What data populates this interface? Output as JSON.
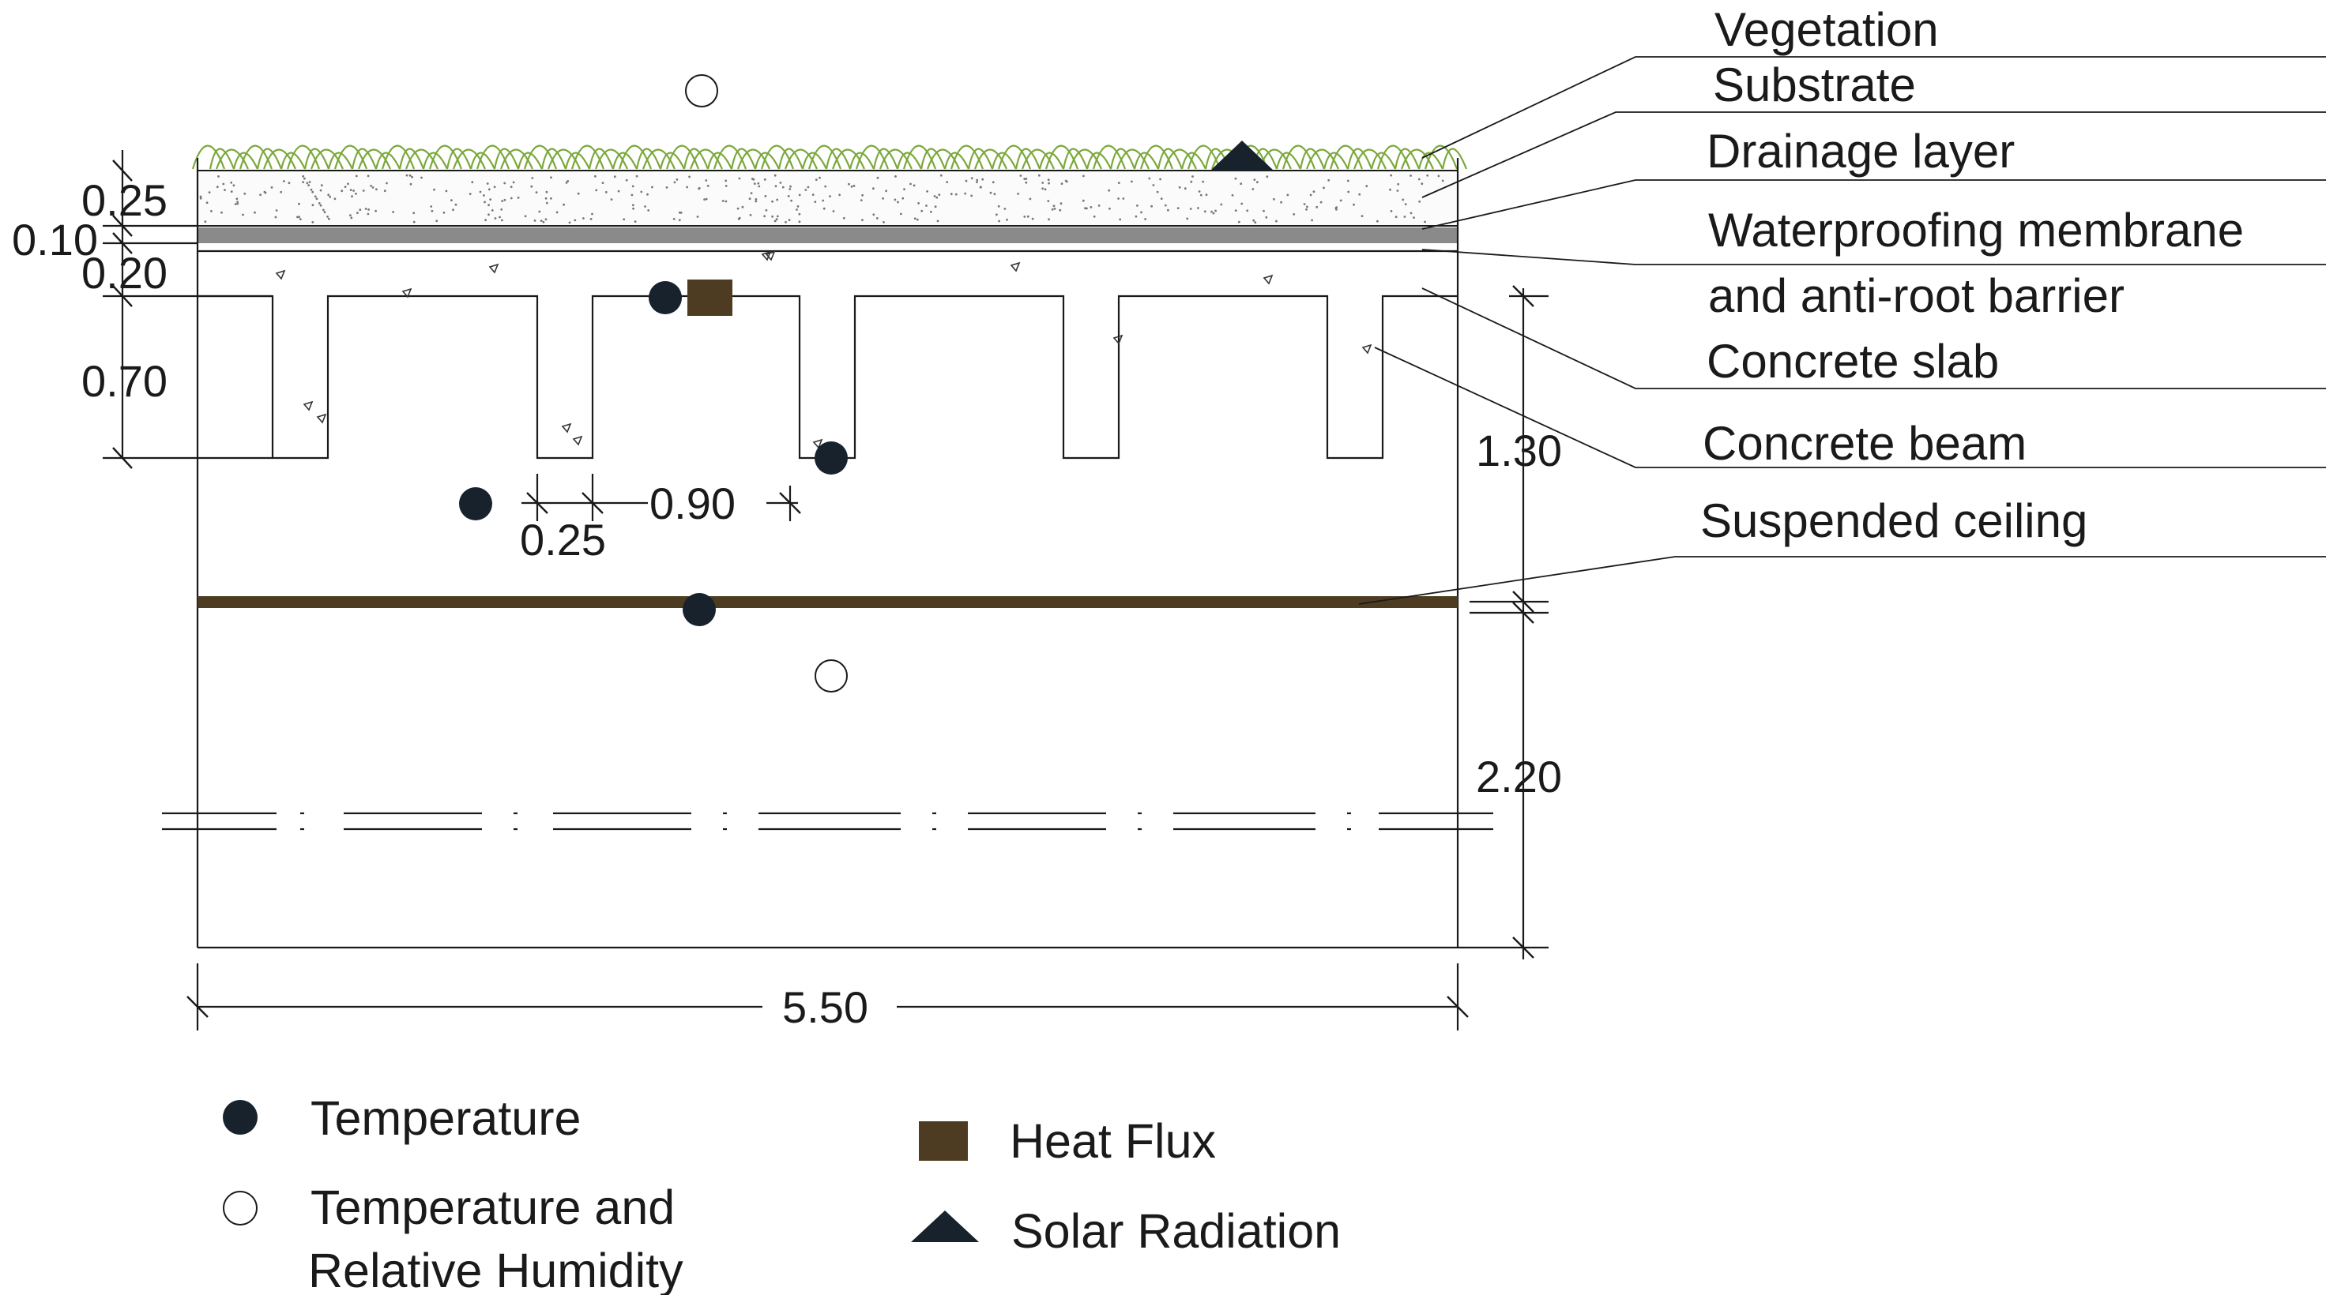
{
  "layers": {
    "vegetation": "Vegetation",
    "substrate": "Substrate",
    "drainage": "Drainage layer",
    "waterproofing_line1": "Waterproofing membrane",
    "waterproofing_line2": "and anti-root barrier",
    "slab": "Concrete slab",
    "beam": "Concrete beam",
    "ceiling": "Suspended ceiling"
  },
  "dimensions": {
    "substrate": "0.25",
    "drainage": "0.10",
    "slab": "0.20",
    "beam_depth": "0.70",
    "beam_width": "0.25",
    "beam_spacing": "0.90",
    "plenum_height": "1.30",
    "room_height": "2.20",
    "width": "5.50"
  },
  "legend": {
    "temperature": "Temperature",
    "temp_rh_line1": "Temperature and",
    "temp_rh_line2": "Relative Humidity",
    "heat_flux": "Heat Flux",
    "solar_radiation": "Solar Radiation"
  },
  "colors": {
    "temperature_marker": "#17222d",
    "heat_flux_marker": "#4d3c22",
    "solar_marker": "#17222d",
    "ceiling": "#4d3c22",
    "drainage": "#8a8a8a",
    "vegetation": "#7aa83a"
  }
}
